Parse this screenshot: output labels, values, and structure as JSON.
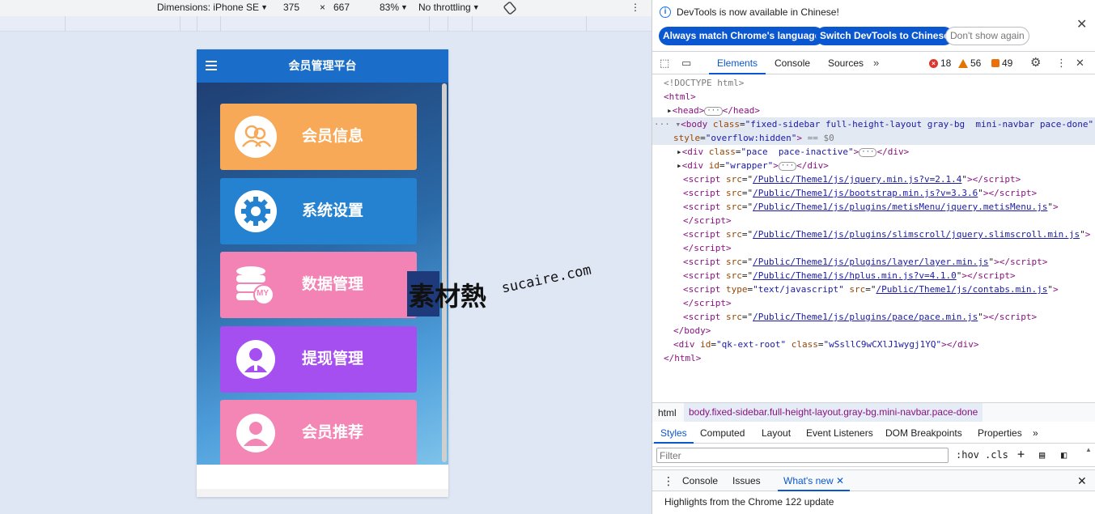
{
  "device_toolbar": {
    "dimensions_label": "Dimensions: iPhone SE",
    "width": "375",
    "times": "×",
    "height": "667",
    "zoom": "83%",
    "throttling": "No throttling"
  },
  "phone": {
    "title": "会员管理平台",
    "tiles": [
      {
        "label": "会员信息",
        "color": "#f7a957",
        "icon": "users-icon"
      },
      {
        "label": "系统设置",
        "color": "#2582d0",
        "icon": "gear-icon"
      },
      {
        "label": "数据管理",
        "color": "#f383b4",
        "icon": "database-icon",
        "icon_text": "MY"
      },
      {
        "label": "提现管理",
        "color": "#a64ff0",
        "icon": "user-tie-icon"
      },
      {
        "label": "会员推荐",
        "color": "#f386b4",
        "icon": "user-circle-icon"
      }
    ]
  },
  "watermark": {
    "main": "素材熱",
    "sub": "sucaire.com"
  },
  "devtools": {
    "info_text": "DevTools is now available in Chinese!",
    "btn_match": "Always match Chrome's language",
    "btn_switch": "Switch DevTools to Chinese",
    "btn_dont": "Don't show again",
    "tabs": [
      "Elements",
      "Console",
      "Sources"
    ],
    "errors": "18",
    "warnings": "56",
    "infos": "49",
    "code": {
      "doctype": "<!DOCTYPE html>",
      "html_open": "<html>",
      "head_open": "<head>",
      "head_close": "</head>",
      "body_tag": "body",
      "body_class_attr": "class",
      "body_class_val": "\"fixed-sidebar full-height-layout gray-bg  mini-navbar pace-done\"",
      "body_style_attr": "style",
      "body_style_val": "\"overflow:hidden\"",
      "body_eq": "== $0",
      "pace_attr": "class",
      "pace_val": "\"pace  pace-inactive\"",
      "wrapper_attr": "id",
      "wrapper_val": "\"wrapper\"",
      "scripts": [
        "/Public/Theme1/js/jquery.min.js?v=2.1.4",
        "/Public/Theme1/js/bootstrap.min.js?v=3.3.6",
        "/Public/Theme1/js/plugins/metisMenu/jquery.metisMenu.js",
        "/Public/Theme1/js/plugins/slimscroll/jquery.slimscroll.min.js",
        "/Public/Theme1/js/plugins/layer/layer.min.js",
        "/Public/Theme1/js/hplus.min.js?v=4.1.0",
        "/Public/Theme1/js/contabs.min.js",
        "/Public/Theme1/js/plugins/pace/pace.min.js"
      ],
      "type_attr": "type",
      "type_val": "\"text/javascript\"",
      "body_close": "</body>",
      "qk_id": "\"qk-ext-root\"",
      "qk_class": "\"wSsllC9wCXlJ1wygj1YQ\"",
      "html_close": "</html>"
    },
    "breadcrumb": [
      "html",
      "body.fixed-sidebar.full-height-layout.gray-bg.mini-navbar.pace-done"
    ],
    "subtabs": [
      "Styles",
      "Computed",
      "Layout",
      "Event Listeners",
      "DOM Breakpoints",
      "Properties"
    ],
    "filter_placeholder": "Filter",
    "hov": ":hov",
    "cls": ".cls",
    "drawer_tabs": [
      "Console",
      "Issues",
      "What's new"
    ],
    "whats_new_text": "Highlights from the Chrome 122 update"
  }
}
